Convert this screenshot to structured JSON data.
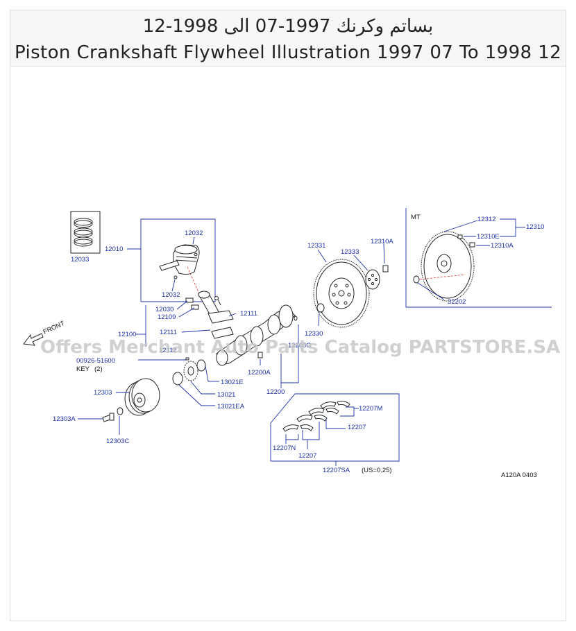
{
  "header": {
    "title_ar": "بساتم وكرنك 1997-07 الى 1998-12",
    "title_en": "Piston Crankshaft Flywheel Illustration 1997 07 To 1998 12"
  },
  "watermark": "Offers Merchant Auto Parts Catalog PARTSTORE.SA",
  "labels": {
    "p12033": "12033",
    "p12010": "12010",
    "p12032a": "12032",
    "p12032b": "12032",
    "p12030": "12030",
    "p12109": "12109",
    "p12100": "12100",
    "p12111a": "12111",
    "p12111b": "12111",
    "p12112": "12112",
    "p00926": "00926-51600",
    "key": "KEY",
    "key_qty": "(2)",
    "p12303": "12303",
    "p12303A": "12303A",
    "p12303C": "12303C",
    "p13021E": "13021E",
    "p13021": "13021",
    "p13021EA": "13021EA",
    "p12200A": "12200A",
    "p12200": "12200",
    "p12200G": "12200G",
    "p12331": "12331",
    "p12333": "12333",
    "p12310A_a": "12310A",
    "p12330": "12330",
    "mt": "MT",
    "p12312": "12312",
    "p12310": "12310",
    "p12310E": "12310E",
    "p12310A_b": "12310A",
    "p32202": "32202",
    "p12207M": "12207M",
    "p12207a": "12207",
    "p12207N": "12207N",
    "p12207b": "12207",
    "p12207SA": "12207SA",
    "us": "(US=0.25)",
    "front": "FRONT",
    "ref": "A120A 0403"
  }
}
